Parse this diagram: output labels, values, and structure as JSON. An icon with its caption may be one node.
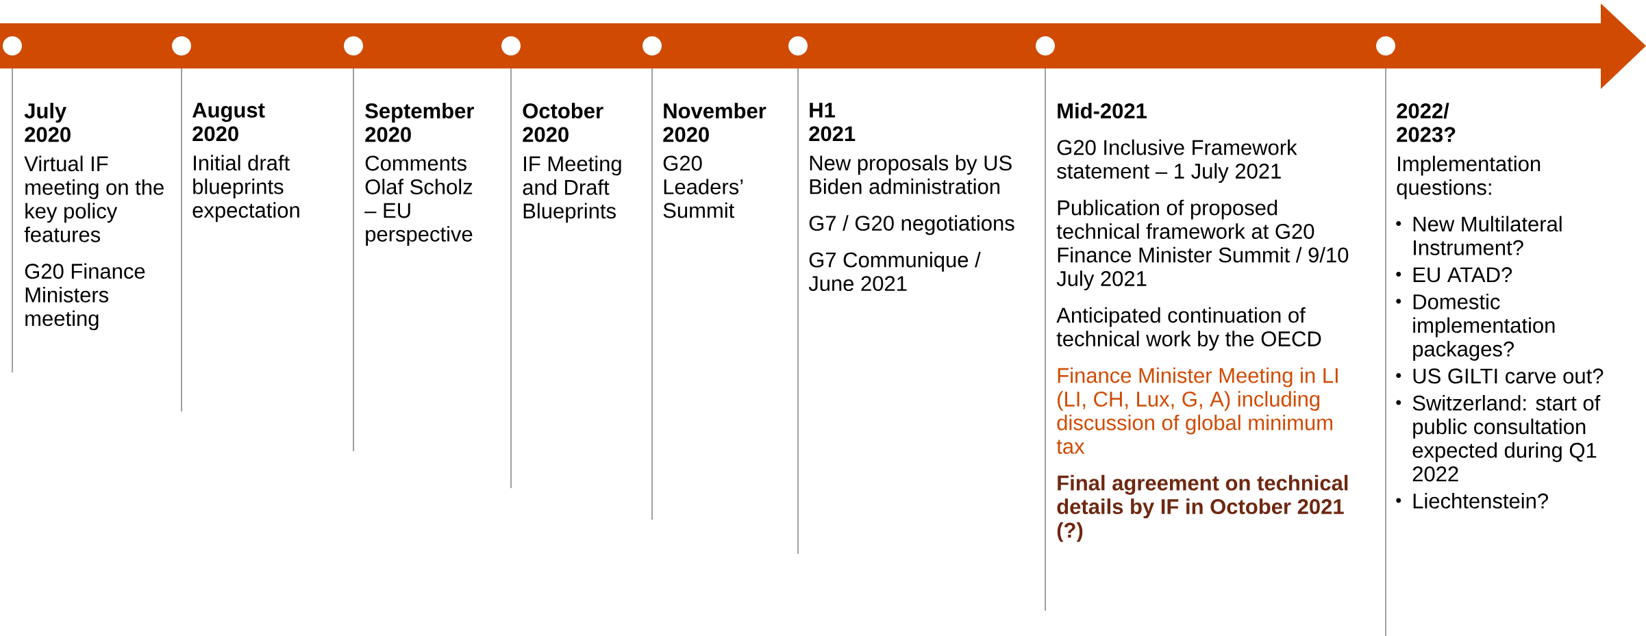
{
  "diagram": {
    "nodes": [
      {
        "text": [
          "July 2020",
          "Virtual IF meeting on the key policy features",
          "G20 Finance Ministers meeting"
        ]
      },
      {
        "text": [
          "August 2020",
          "Initial draft blueprints expectation"
        ]
      },
      {
        "text": [
          "September 2020",
          "Comments Olaf Scholz – EU perspective"
        ]
      },
      {
        "text": [
          "October 2020",
          "IF Meeting and Draft Blueprints"
        ]
      },
      {
        "text": [
          "November 2020",
          "G20 Leaders’ Summit"
        ]
      },
      {
        "text": [
          "H1 2021",
          "New proposals by US Biden administration",
          "G7 / G20 negotiations",
          "G7 Communique / June 2021"
        ]
      },
      {
        "text": [
          "Mid-2021",
          "G20 Inclusive Framework statement – 1 July 2021",
          "Publication of proposed technical framework at G20 Finance Minister Summit / 9/10 July 2021",
          "Anticipated continuation of technical work by the OECD",
          "Finance Minister Meeting in LI (LI, CH, Lux, G, A) including discussion of global minimum tax",
          "Final agreement on technical details by IF in October 2021 (?)"
        ]
      },
      {
        "text": [
          "2022/ 2023?",
          "Implementation questions:",
          "New Multilateral Instrument?",
          "EU ATAD?",
          "Domestic implementation packages?",
          "US GILTI carve out?",
          "Switzerland: start of public consultation expected during Q1 2022",
          "Liechtenstein?"
        ]
      }
    ]
  }
}
